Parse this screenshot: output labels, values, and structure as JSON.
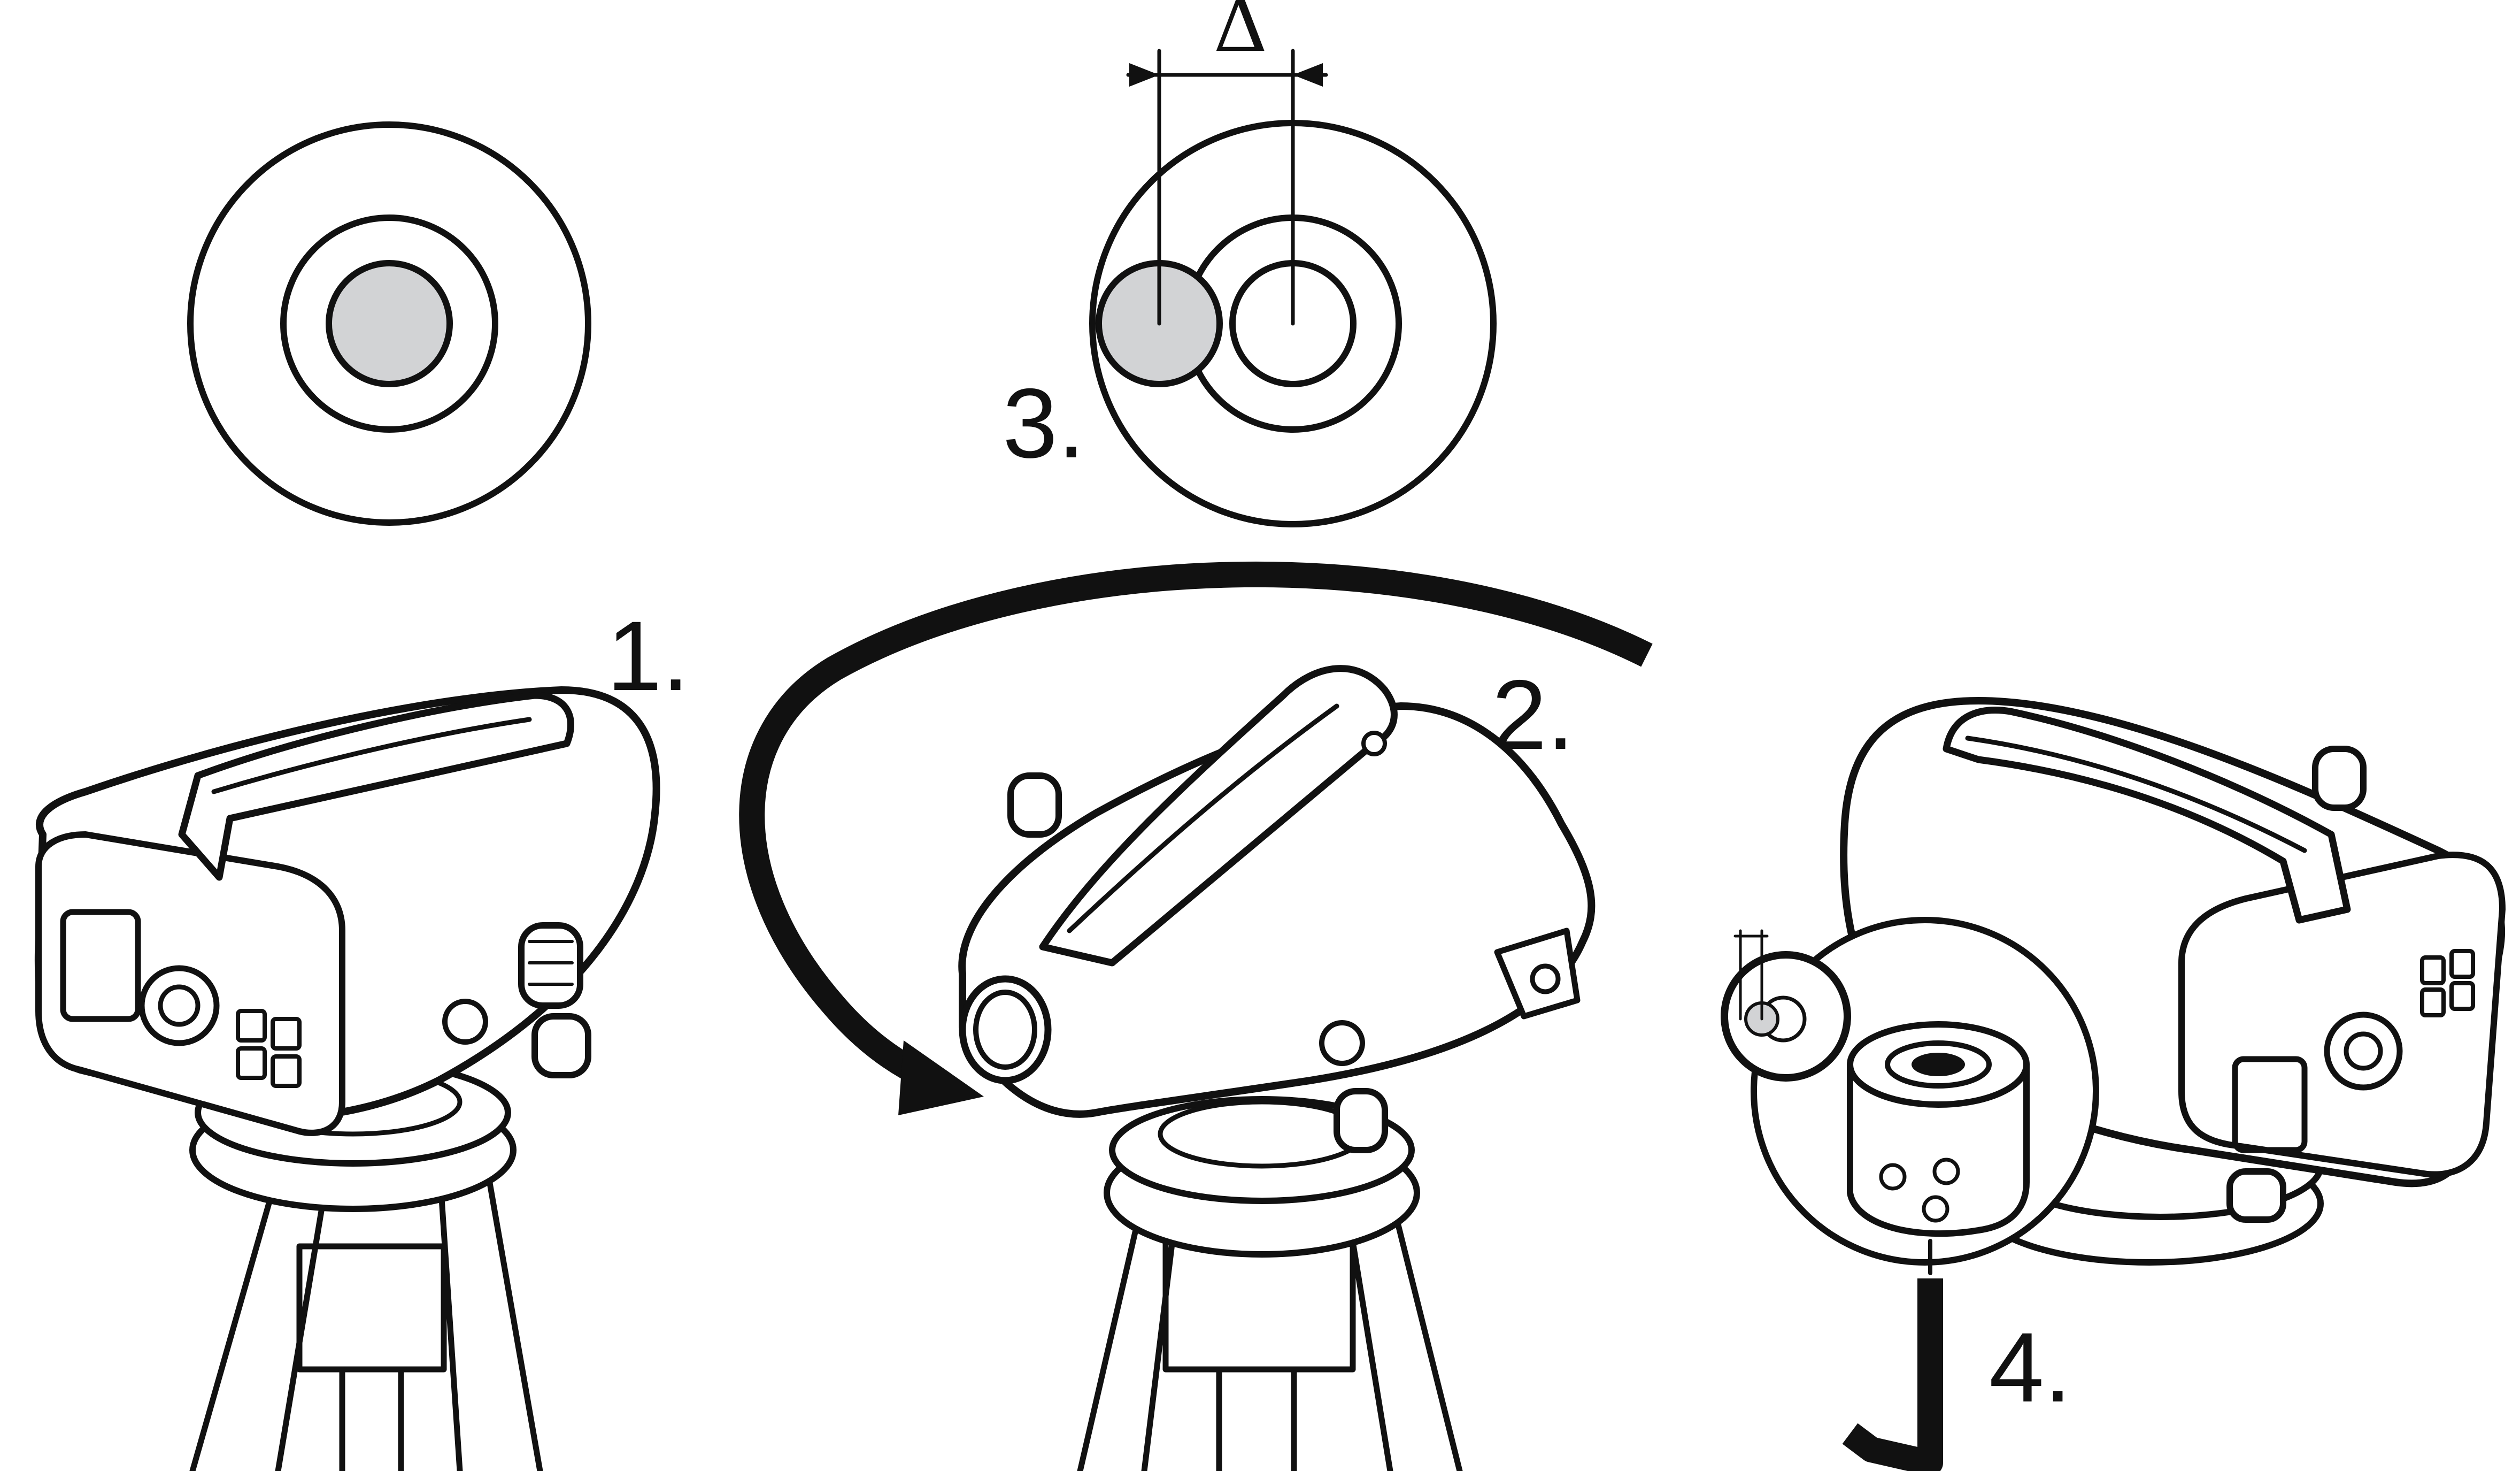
{
  "labels": {
    "step1": "1.",
    "step2": "2.",
    "step3": "3.",
    "step4": "4.",
    "delta": "Δ"
  },
  "colors": {
    "ink": "#111111",
    "bubble_fill": "#d2d3d5",
    "background": "#ffffff"
  },
  "icons": {
    "level_1": "digital-level-instrument-icon",
    "level_2": "rotated-digital-level-icon",
    "level_3": "digital-level-adjustment-icon",
    "tool": "allen-key-icon"
  }
}
